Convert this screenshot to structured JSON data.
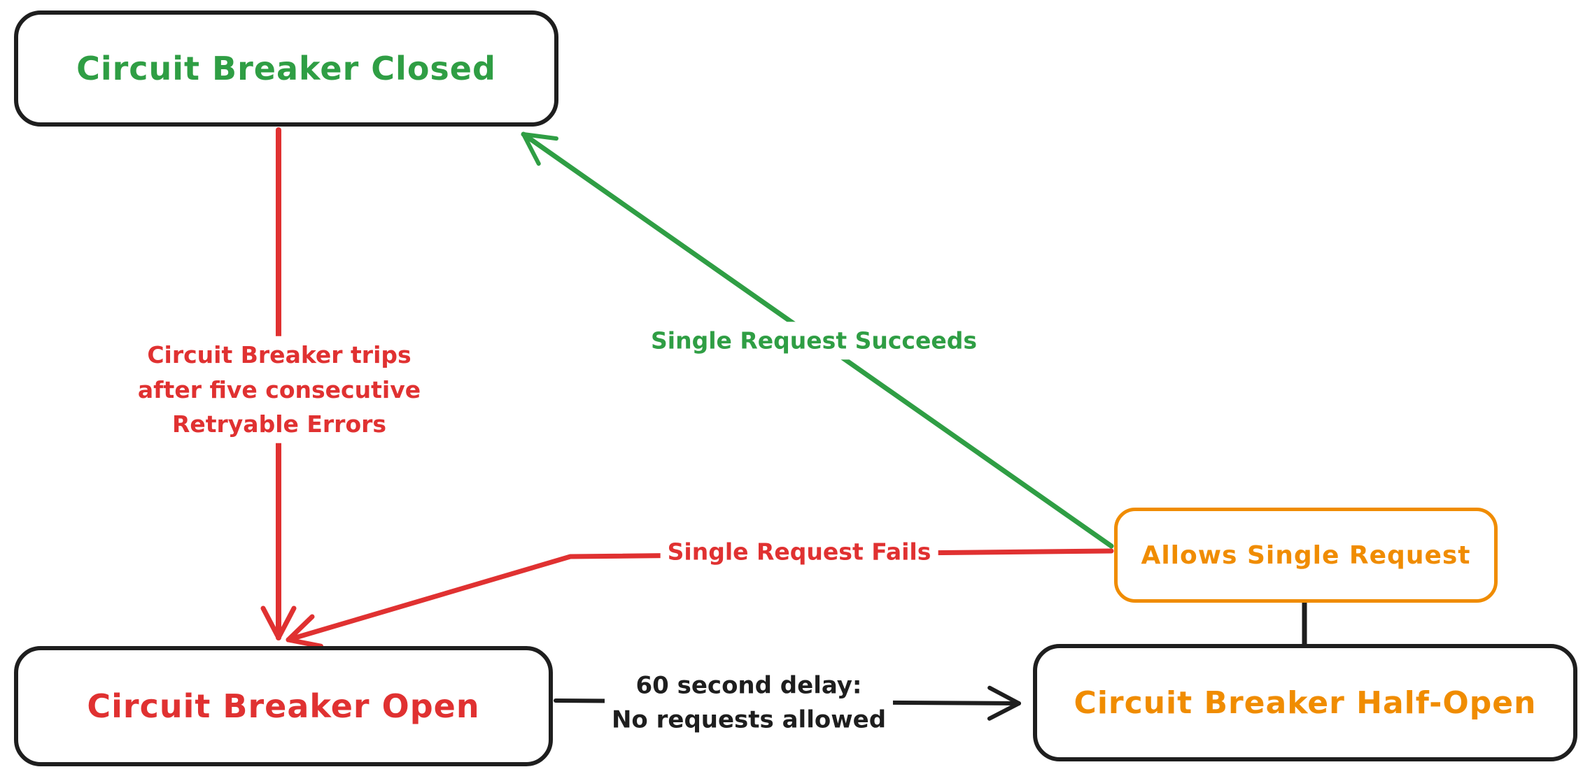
{
  "colors": {
    "green": "#2f9e44",
    "red": "#e03131",
    "orange": "#f08c00",
    "ink": "#1e1e1e",
    "bg": "#ffffff"
  },
  "diagram": {
    "type": "state-diagram",
    "nodes": [
      {
        "id": "closed",
        "label": "Circuit Breaker Closed",
        "text_color": "#2f9e44",
        "border_color": "#1e1e1e"
      },
      {
        "id": "open",
        "label": "Circuit Breaker Open",
        "text_color": "#e03131",
        "border_color": "#1e1e1e"
      },
      {
        "id": "half_open",
        "label": "Circuit Breaker Half-Open",
        "text_color": "#f08c00",
        "border_color": "#1e1e1e"
      },
      {
        "id": "allows",
        "label": "Allows Single Request",
        "text_color": "#f08c00",
        "border_color": "#f08c00"
      }
    ],
    "edges": [
      {
        "id": "trips",
        "from": "closed",
        "to": "open",
        "color": "#e03131",
        "label_lines": [
          "Circuit Breaker trips",
          "after five consecutive",
          "Retryable Errors"
        ]
      },
      {
        "id": "fails",
        "from": "allows",
        "to": "open",
        "color": "#e03131",
        "label": "Single Request Fails"
      },
      {
        "id": "succeeds",
        "from": "allows",
        "to": "closed",
        "color": "#2f9e44",
        "label": "Single Request Succeeds"
      },
      {
        "id": "delay",
        "from": "open",
        "to": "half_open",
        "color": "#1e1e1e",
        "label_lines": [
          "60 second delay:",
          "No requests allowed"
        ]
      },
      {
        "id": "half_open_allows_connector",
        "from": "half_open",
        "to": "allows",
        "color": "#1e1e1e",
        "label": ""
      }
    ]
  }
}
